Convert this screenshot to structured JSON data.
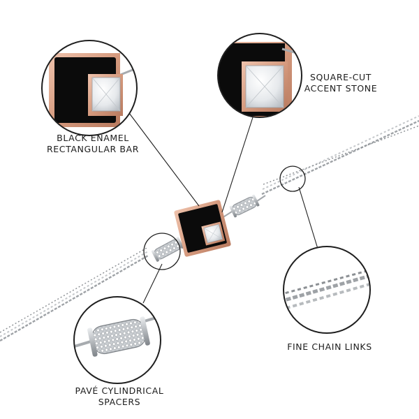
{
  "callouts": {
    "enamel_bar": {
      "line1": "BLACK ENAMEL",
      "line2": "RECTANGULAR BAR"
    },
    "accent_stone": {
      "line1": "SQUARE-CUT",
      "line2": "ACCENT STONE"
    },
    "spacers": {
      "line1": "PAVÉ CYLINDRICAL",
      "line2": "SPACERS"
    },
    "chain_links": {
      "line1": "FINE CHAIN LINKS"
    }
  },
  "colors": {
    "background": "#ffffff",
    "silver": "#a9adb1",
    "rose_gold": "#d59a7e",
    "enamel": "#0b0b0b",
    "line": "#1f1f1f"
  }
}
